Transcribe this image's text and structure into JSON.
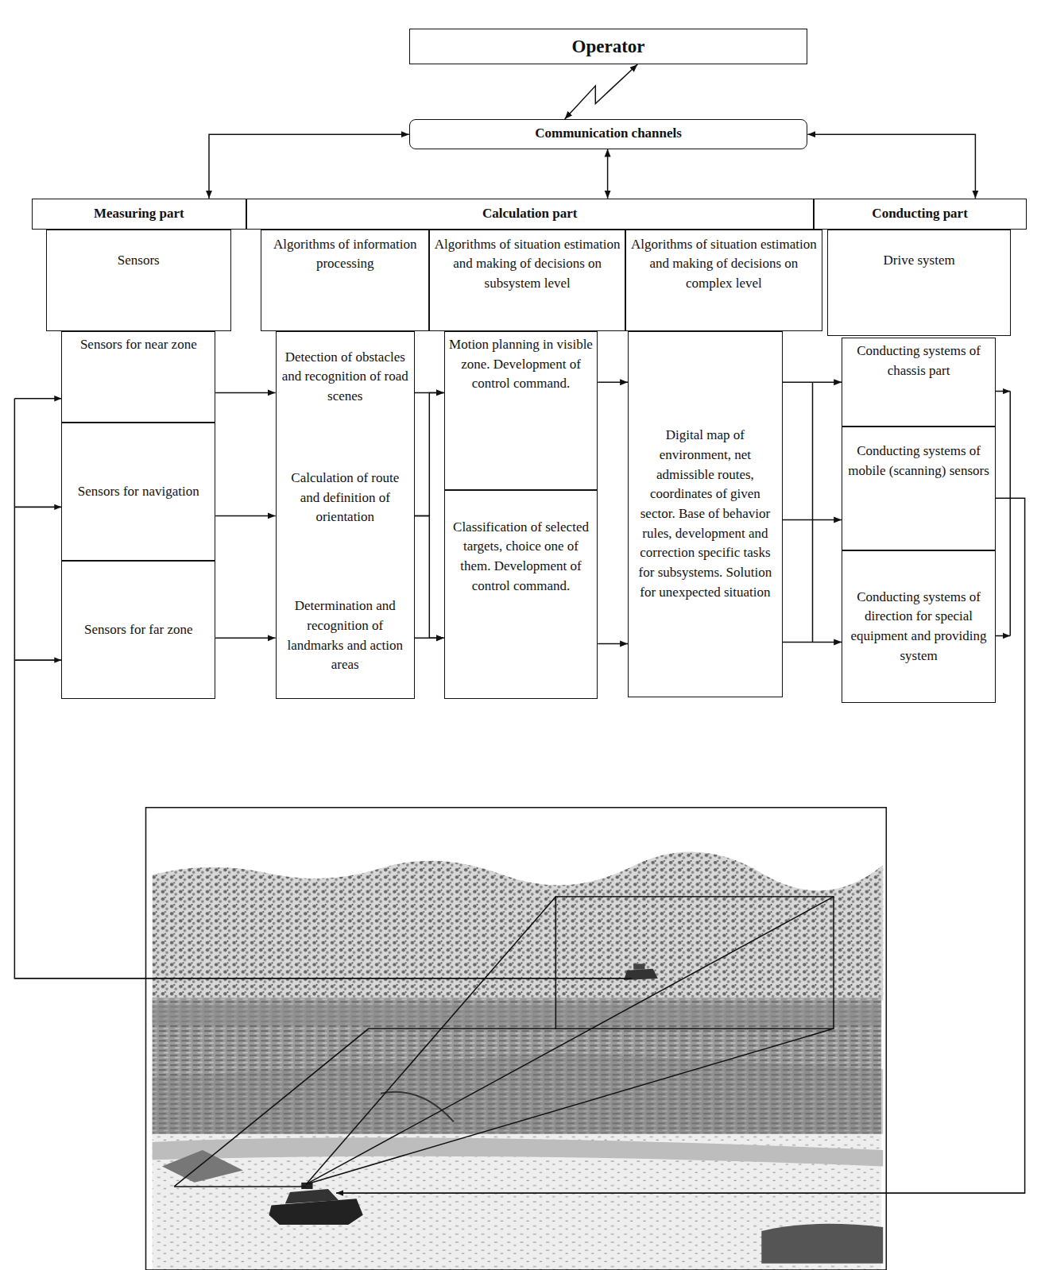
{
  "diagram": {
    "nodes": [
      {
        "text": [
          "Operator"
        ]
      },
      {
        "text": [
          "Communication channels"
        ]
      },
      {
        "text": [
          "Measuring part"
        ]
      },
      {
        "text": [
          "Calculation part"
        ]
      },
      {
        "text": [
          "Conducting part"
        ]
      },
      {
        "text": [
          "Sensors"
        ]
      },
      {
        "text": [
          "Algorithms of information processing"
        ]
      },
      {
        "text": [
          "Algorithms of situation estimation and making of decisions on subsystem level"
        ]
      },
      {
        "text": [
          "Algorithms of situation estimation and making of decisions on complex level"
        ]
      },
      {
        "text": [
          "Drive system"
        ]
      },
      {
        "text": [
          "Sensors for near zone"
        ]
      },
      {
        "text": [
          "Sensors for navigation"
        ]
      },
      {
        "text": [
          "Sensors for far zone"
        ]
      },
      {
        "text": [
          "Detection of obstacles and recognition of road scenes"
        ]
      },
      {
        "text": [
          "Calculation of route and definition of orientation"
        ]
      },
      {
        "text": [
          "Determination and recognition of landmarks and action areas"
        ]
      },
      {
        "text": [
          "Motion planning in visible zone. Development of control command."
        ]
      },
      {
        "text": [
          "Classification of selected targets, choice one of them. Development of control command."
        ]
      },
      {
        "text": [
          "Digital map of environment, net admissible routes, coordinates of given sector. Base of behavior rules, development and correction specific tasks for subsystems. Solution for unexpected situation"
        ]
      },
      {
        "text": [
          "Conducting systems of chassis part"
        ]
      },
      {
        "text": [
          "Conducting systems of mobile (scanning) sensors"
        ]
      },
      {
        "text": [
          "Conducting systems of direction for special equipment and providing system"
        ]
      }
    ],
    "edges": [
      {
        "from": 0,
        "to": 1,
        "arrow": "both"
      },
      {
        "from": 1,
        "to": 2,
        "arrow": "both"
      },
      {
        "from": 1,
        "to": 3,
        "arrow": "both"
      },
      {
        "from": 1,
        "to": 4,
        "arrow": "both"
      },
      {
        "from": 10,
        "to": 13,
        "arrow": "to"
      },
      {
        "from": 11,
        "to": 14,
        "arrow": "to"
      },
      {
        "from": 12,
        "to": 15,
        "arrow": "to"
      },
      {
        "from": 13,
        "to": 16,
        "arrow": "to"
      },
      {
        "from": 14,
        "to": 16,
        "arrow": "to"
      },
      {
        "from": 14,
        "to": 17,
        "arrow": "to"
      },
      {
        "from": 15,
        "to": 17,
        "arrow": "to"
      },
      {
        "from": 16,
        "to": 18,
        "arrow": "to"
      },
      {
        "from": 17,
        "to": 18,
        "arrow": "to"
      },
      {
        "from": 18,
        "to": 19,
        "arrow": "to"
      },
      {
        "from": 18,
        "to": 20,
        "arrow": "to"
      },
      {
        "from": 18,
        "to": 21,
        "arrow": "to"
      }
    ]
  }
}
